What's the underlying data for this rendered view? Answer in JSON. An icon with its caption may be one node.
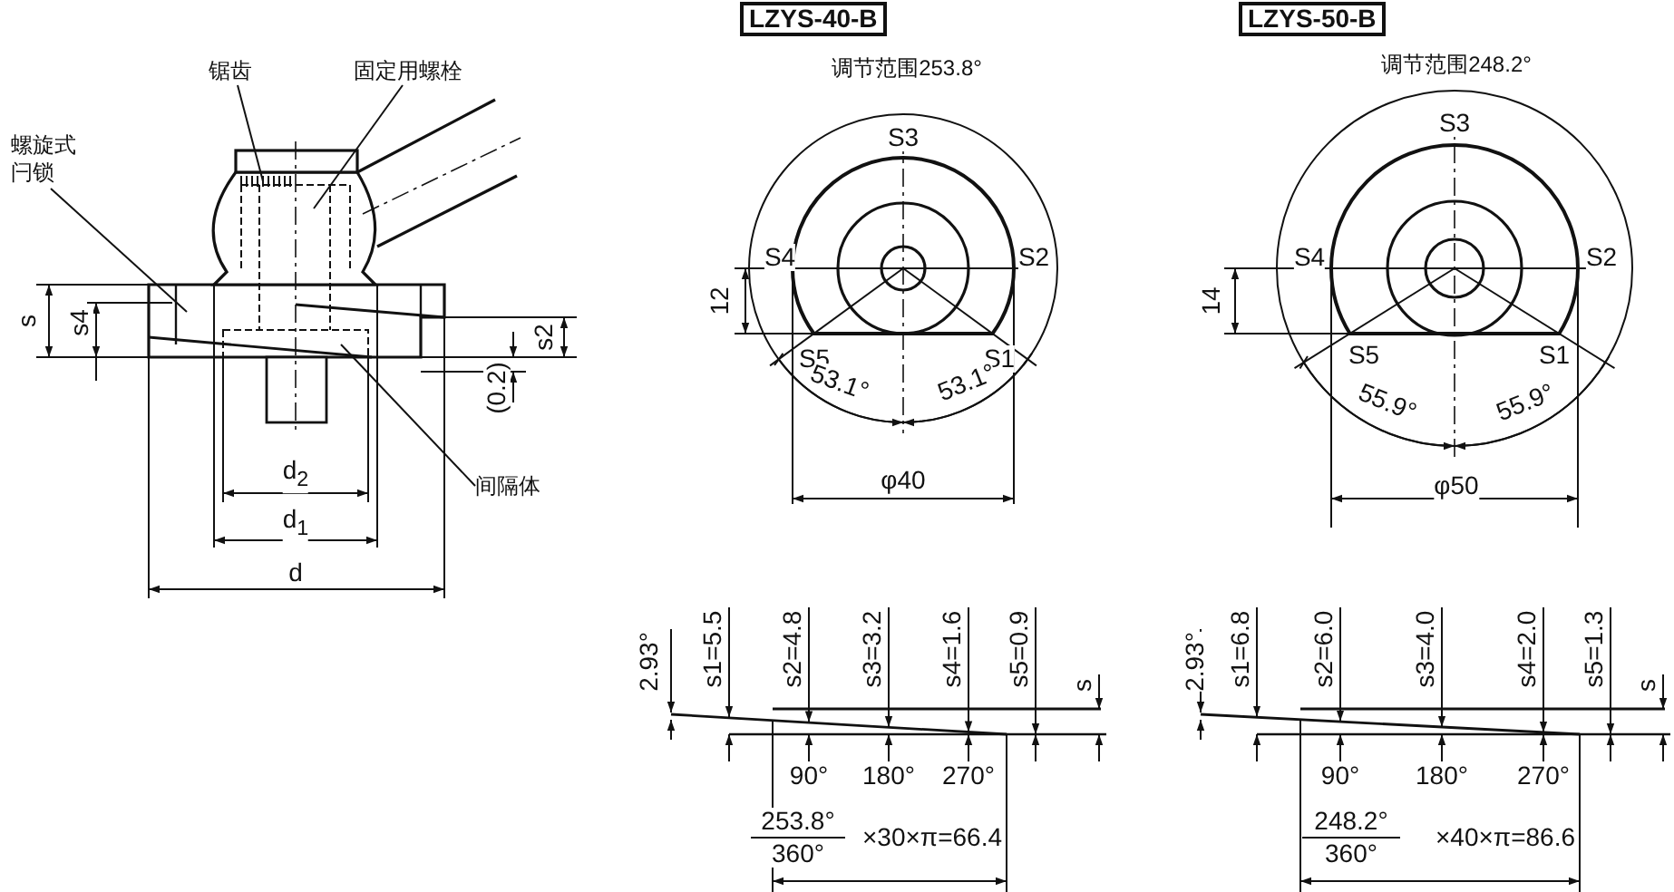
{
  "diagram": {
    "nodes": [
      {
        "text": [
          "LZYS-40-B"
        ]
      },
      {
        "text": [
          "LZYS-50-B"
        ]
      },
      {
        "text": [
          "锯齿"
        ]
      },
      {
        "text": [
          "固定用螺栓"
        ]
      },
      {
        "text": [
          "螺旋式闩锁"
        ]
      },
      {
        "text": [
          "间隔体"
        ]
      }
    ],
    "edges": [
      {
        "from": 2,
        "to": null,
        "arrow": "none"
      },
      {
        "from": 3,
        "to": null,
        "arrow": "none"
      },
      {
        "from": 4,
        "to": null,
        "arrow": "none"
      },
      {
        "from": 5,
        "to": null,
        "arrow": "none"
      }
    ],
    "labels": [
      "s",
      "s4",
      "s2",
      "(0.2)",
      "d$_{2}$",
      "d$_{1}$",
      "d",
      "调节范围253.8°",
      "S3",
      "S4",
      "S2",
      "12",
      "S5",
      "S1",
      "53.1°",
      "53.1°",
      "φ40",
      "调节范围248.2°",
      "S3",
      "S4",
      "S2",
      "14",
      "S5",
      "S1",
      "55.9°",
      "55.9°",
      "φ50",
      "2.93°",
      "s1=5.5",
      "s2=4.8",
      "s3=3.2",
      "s4=1.6",
      "s5=0.9",
      "s",
      "90°",
      "180°",
      "270°",
      "253.8°",
      "360°",
      "×30×π=66.4",
      "2.93°",
      "s1=6.8",
      "s2=6.0",
      "s3=4.0",
      "s4=2.0",
      "s5=1.3",
      "s",
      "90°",
      "180°",
      "270°",
      "248.2°",
      "360°",
      "×40×π=86.6"
    ]
  }
}
